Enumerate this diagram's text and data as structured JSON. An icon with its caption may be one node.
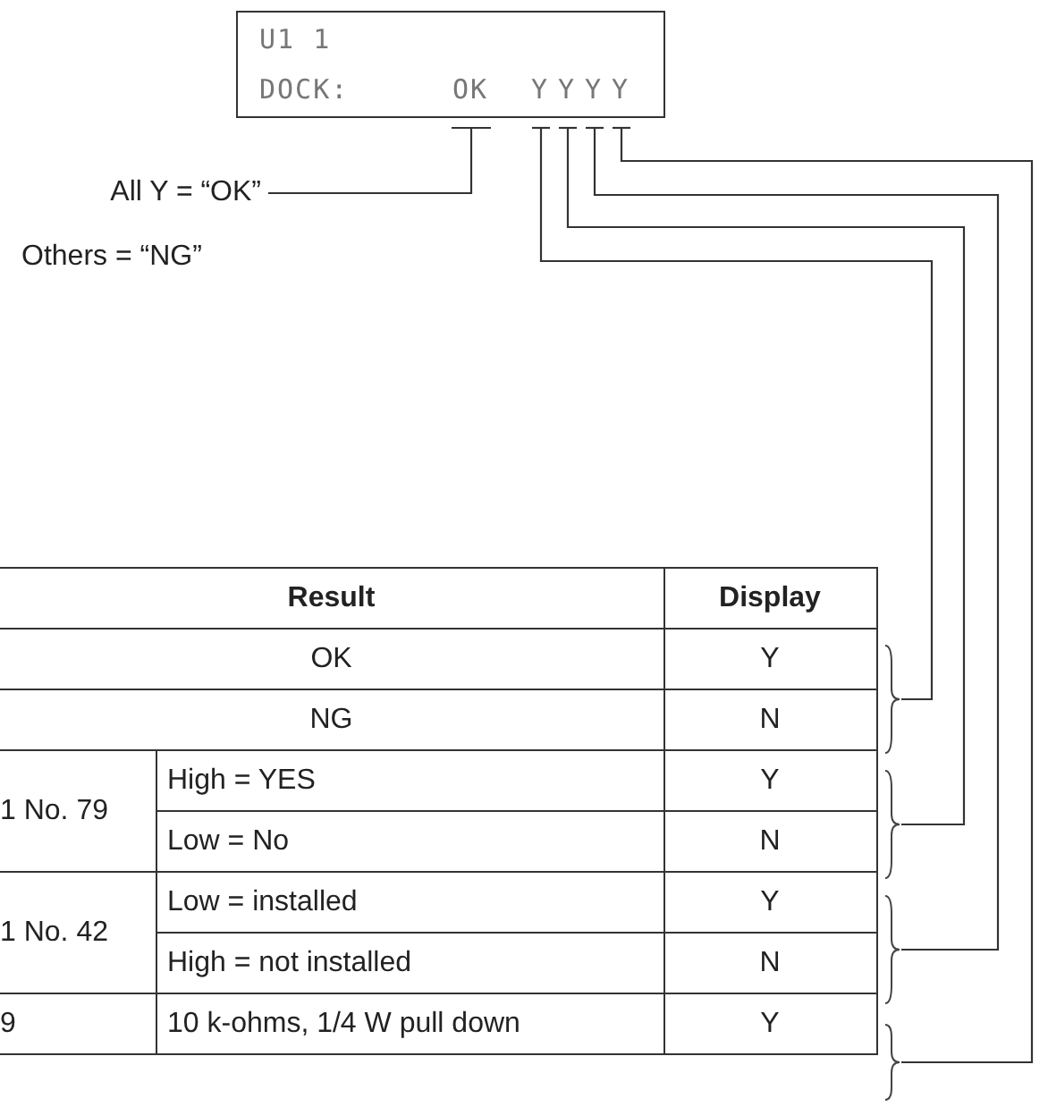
{
  "diagram": {
    "nodes": [
      {
        "text": [
          "U1 1",
          "DOCK:"
        ]
      },
      {
        "text": [
          "OK"
        ],
        "in": 0
      },
      {
        "text": [
          "Y"
        ],
        "in": 0
      },
      {
        "text": [
          "Y"
        ],
        "in": 0
      },
      {
        "text": [
          "Y"
        ],
        "in": 0
      },
      {
        "text": [
          "Y"
        ],
        "in": 0
      },
      {
        "text": [
          "All Y = “OK”"
        ]
      },
      {
        "text": [],
        "shape": "bracket"
      },
      {
        "text": [],
        "shape": "bracket"
      },
      {
        "text": [],
        "shape": "bracket"
      },
      {
        "text": [],
        "shape": "bracket"
      }
    ],
    "edges": [
      {
        "from": 1,
        "to": 6,
        "arrow": "none"
      },
      {
        "from": 2,
        "to": 7,
        "arrow": "none"
      },
      {
        "from": 3,
        "to": 8,
        "arrow": "none"
      },
      {
        "from": 4,
        "to": 9,
        "arrow": "none"
      },
      {
        "from": 5,
        "to": 10,
        "arrow": "none"
      }
    ],
    "labels": [
      "Others = “NG”",
      "Result",
      "Display",
      "OK",
      "Y",
      "NG",
      "N",
      "1 No. 79",
      "High = YES",
      "Y",
      "Low = No",
      "N",
      "1 No. 42",
      "Low = installed",
      "Y",
      "High = not installed",
      "N",
      "9",
      "10 k-ohms, 1/4 W pull down",
      "Y"
    ]
  }
}
